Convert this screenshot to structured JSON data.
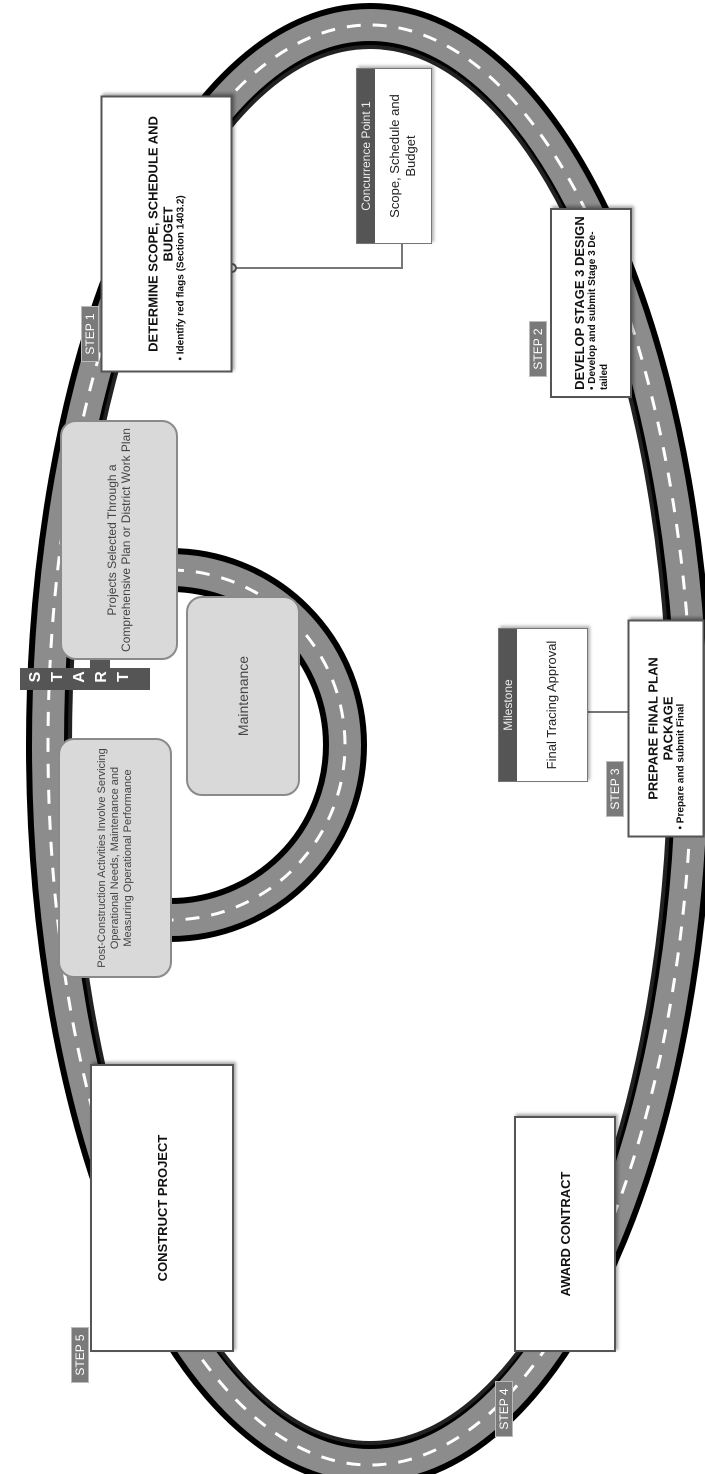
{
  "start": {
    "letters": [
      "S",
      "T",
      "A",
      "R",
      "T"
    ]
  },
  "steps": [
    {
      "tab": "STEP 1",
      "title": "DETERMINE SCOPE, SCHEDULE AND BUDGET",
      "bullet": "• Identify red flags (Section 1403.2)"
    },
    {
      "tab": "STEP 2",
      "title": "DEVELOP STAGE 3 DESIGN",
      "bullet": "• Develop and submit Stage 3 De-tailed"
    },
    {
      "tab": "STEP 3",
      "title": "PREPARE FINAL PLAN PACKAGE",
      "bullet": "• Prepare and submit Final"
    },
    {
      "tab": "STEP 4",
      "title": "AWARD CONTRACT",
      "bullet": ""
    },
    {
      "tab": "STEP 5",
      "title": "CONSTRUCT PROJECT",
      "bullet": ""
    }
  ],
  "bubbles": {
    "selection": "Projects Selected Through a Comprehensive Plan or District Work Plan",
    "maintenance": "Maintenance",
    "post_construction": "Post-Construction Activities Involve Servicing Operational Needs, Maintenance and Measuring Operational Performance"
  },
  "concurrence_point": {
    "header": "Concurrence Point 1",
    "body": "Scope, Schedule and Budget"
  },
  "milestone": {
    "header": "Milestone",
    "body": "Final Tracing Approval"
  },
  "colors": {
    "road": "#8c8c8c",
    "road_edge": "#000000",
    "lane_marking": "#ffffff",
    "bubble": "#d9d9d9",
    "tab": "#7a7a7a"
  }
}
